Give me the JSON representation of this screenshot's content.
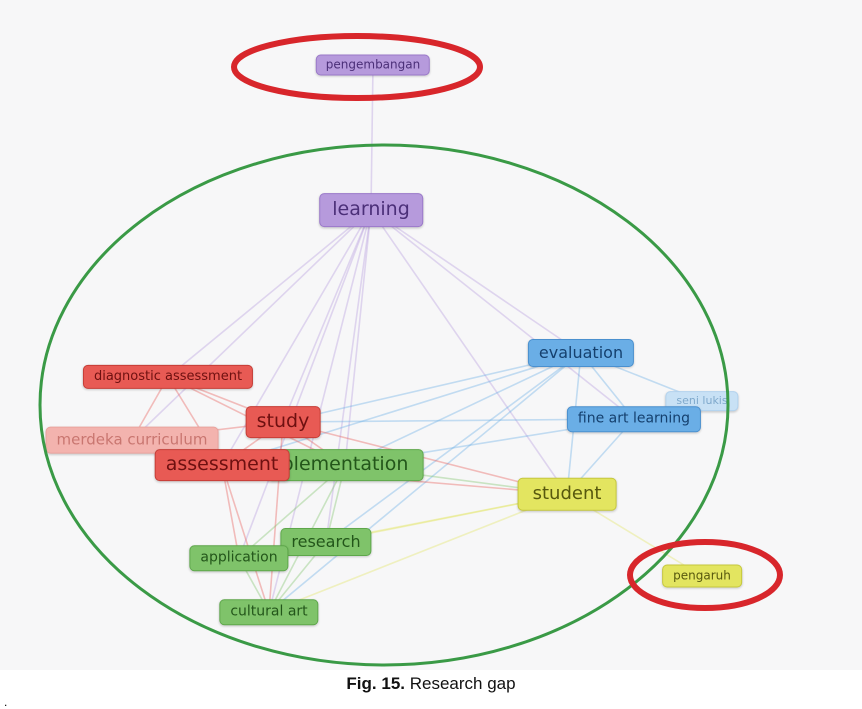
{
  "diagram": {
    "nodes": [
      {
        "id": "pengembangan",
        "label": "pengembangan",
        "cluster": "purple"
      },
      {
        "id": "learning",
        "label": "learning",
        "cluster": "purple"
      },
      {
        "id": "evaluation",
        "label": "evaluation",
        "cluster": "blue"
      },
      {
        "id": "seni_lukis",
        "label": "seni lukis",
        "cluster": "blue"
      },
      {
        "id": "fine_art_learning",
        "label": "fine art learning",
        "cluster": "blue"
      },
      {
        "id": "diagnostic_assessment",
        "label": "diagnostic assessment",
        "cluster": "red"
      },
      {
        "id": "study",
        "label": "study",
        "cluster": "red"
      },
      {
        "id": "merdeka_curriculum",
        "label": "merdeka curriculum",
        "cluster": "red"
      },
      {
        "id": "implementation",
        "label": "plementation",
        "cluster": "green"
      },
      {
        "id": "assessment",
        "label": "assessment",
        "cluster": "red"
      },
      {
        "id": "student",
        "label": "student",
        "cluster": "yellow"
      },
      {
        "id": "research",
        "label": "research",
        "cluster": "green"
      },
      {
        "id": "application",
        "label": "application",
        "cluster": "green"
      },
      {
        "id": "pengaruh",
        "label": "pengaruh",
        "cluster": "yellow"
      },
      {
        "id": "cultural_art",
        "label": "cultural art",
        "cluster": "green"
      }
    ],
    "edges": [
      [
        "pengembangan",
        "learning"
      ],
      [
        "learning",
        "study"
      ],
      [
        "learning",
        "assessment"
      ],
      [
        "learning",
        "diagnostic_assessment"
      ],
      [
        "learning",
        "merdeka_curriculum"
      ],
      [
        "learning",
        "implementation"
      ],
      [
        "learning",
        "research"
      ],
      [
        "learning",
        "application"
      ],
      [
        "learning",
        "cultural_art"
      ],
      [
        "learning",
        "student"
      ],
      [
        "learning",
        "evaluation"
      ],
      [
        "learning",
        "fine_art_learning"
      ],
      [
        "evaluation",
        "fine_art_learning"
      ],
      [
        "evaluation",
        "seni_lukis"
      ],
      [
        "evaluation",
        "student"
      ],
      [
        "evaluation",
        "study"
      ],
      [
        "evaluation",
        "assessment"
      ],
      [
        "evaluation",
        "implementation"
      ],
      [
        "evaluation",
        "research"
      ],
      [
        "evaluation",
        "cultural_art"
      ],
      [
        "fine_art_learning",
        "student"
      ],
      [
        "fine_art_learning",
        "study"
      ],
      [
        "fine_art_learning",
        "implementation"
      ],
      [
        "fine_art_learning",
        "seni_lukis"
      ],
      [
        "diagnostic_assessment",
        "study"
      ],
      [
        "diagnostic_assessment",
        "assessment"
      ],
      [
        "diagnostic_assessment",
        "merdeka_curriculum"
      ],
      [
        "diagnostic_assessment",
        "implementation"
      ],
      [
        "study",
        "assessment"
      ],
      [
        "study",
        "implementation"
      ],
      [
        "study",
        "student"
      ],
      [
        "study",
        "cultural_art"
      ],
      [
        "merdeka_curriculum",
        "assessment"
      ],
      [
        "merdeka_curriculum",
        "implementation"
      ],
      [
        "merdeka_curriculum",
        "study"
      ],
      [
        "assessment",
        "implementation"
      ],
      [
        "assessment",
        "application"
      ],
      [
        "assessment",
        "cultural_art"
      ],
      [
        "assessment",
        "student"
      ],
      [
        "implementation",
        "student"
      ],
      [
        "implementation",
        "research"
      ],
      [
        "implementation",
        "application"
      ],
      [
        "implementation",
        "cultural_art"
      ],
      [
        "student",
        "research"
      ],
      [
        "student",
        "application"
      ],
      [
        "student",
        "cultural_art"
      ],
      [
        "student",
        "pengaruh"
      ],
      [
        "research",
        "application"
      ],
      [
        "research",
        "cultural_art"
      ],
      [
        "application",
        "cultural_art"
      ]
    ],
    "cluster_colors": {
      "purple": "#b69adc",
      "red": "#e85a54",
      "green": "#7fc36a",
      "blue": "#6aaee6",
      "yellow": "#e3e560"
    },
    "highlight_colors": {
      "gap_circle": "#d8262b",
      "main_circle": "#3a9a46"
    }
  },
  "caption": {
    "label": "Fig. 15.",
    "text": " Research gap"
  },
  "footnote_mark": "."
}
